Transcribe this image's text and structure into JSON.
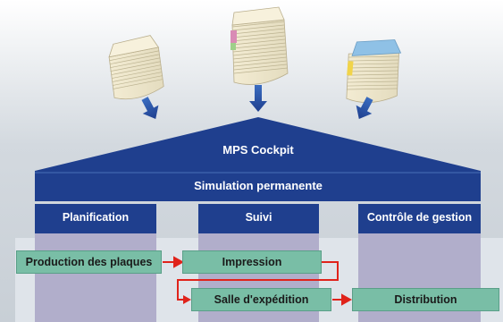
{
  "header": {
    "title": "MPS Cockpit",
    "subtitle": "Simulation permanente"
  },
  "columns": [
    "Planification",
    "Suivi",
    "Contrôle de gestion"
  ],
  "process_boxes": {
    "production": "Production des plaques",
    "impression": "Impression",
    "salle": "Salle d'expédition",
    "distribution": "Distribution"
  },
  "document_stacks": [
    {
      "name": "left-stack",
      "tab_color": ""
    },
    {
      "name": "center-stack",
      "tab_color": "#d98bb5"
    },
    {
      "name": "right-stack",
      "tab_color": "#8fc1e6"
    }
  ],
  "colors": {
    "navy": "#1f3f8e",
    "column_fill": "#b0aec8",
    "process_box": "#79bea6",
    "arrow_red": "#e0231b",
    "arrow_blue": "#2b5aa8",
    "background_top": "#cfd6dd"
  }
}
